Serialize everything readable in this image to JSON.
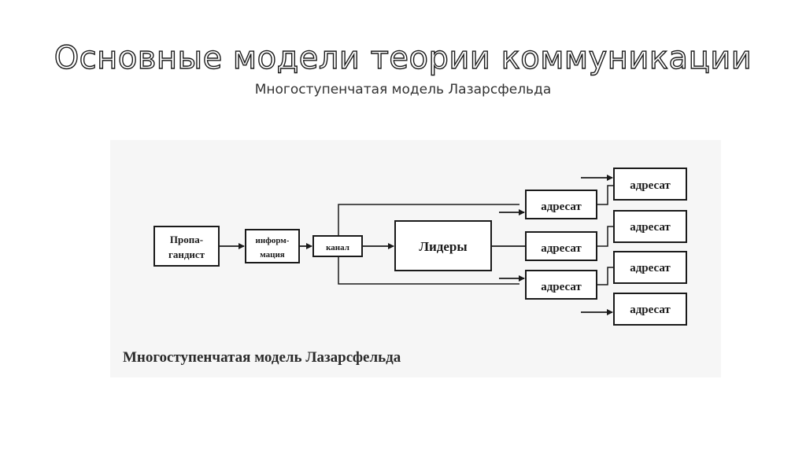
{
  "slide": {
    "title": "Основные модели теории коммуникации",
    "subtitle": "Многоступенчатая модель Лазарсфельда"
  },
  "diagram": {
    "propagandist_line1": "Пропа-",
    "propagandist_line2": "гандист",
    "information_line1": "информ-",
    "information_line2": "мация",
    "channel": "канал",
    "leaders": "Лидеры",
    "addressee": "адресат",
    "caption": "Многоступенчатая модель Лазарсфельда"
  }
}
